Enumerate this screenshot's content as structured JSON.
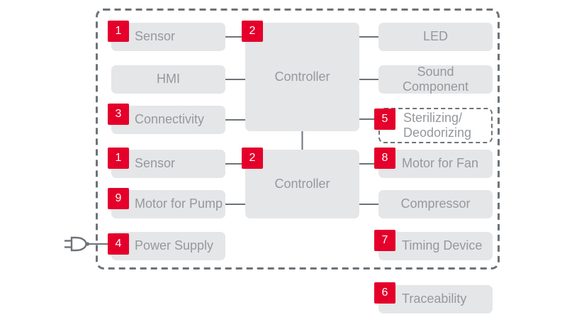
{
  "colors": {
    "accent_red": "#e4002b",
    "box_fill": "#e5e6e8",
    "label_text": "#95989c",
    "line": "#6d7378",
    "badge_text": "#ffffff",
    "background": "#ffffff"
  },
  "icons": {
    "power_plug": "power-plug-icon"
  },
  "boxes": {
    "left": [
      {
        "badge": "1",
        "label": "Sensor"
      },
      {
        "badge": "",
        "label": "HMI"
      },
      {
        "badge": "3",
        "label": "Connectivity"
      },
      {
        "badge": "1",
        "label": "Sensor"
      },
      {
        "badge": "9",
        "label": "Motor for Pump"
      },
      {
        "badge": "4",
        "label": "Power Supply"
      }
    ],
    "center": [
      {
        "badge": "2",
        "label": "Controller"
      },
      {
        "badge": "2",
        "label": "Controller"
      }
    ],
    "right": [
      {
        "badge": "",
        "label": "LED"
      },
      {
        "badge": "",
        "label": "Sound\nComponent"
      },
      {
        "badge": "5",
        "label": "Sterilizing/\nDeodorizing"
      },
      {
        "badge": "8",
        "label": "Motor for Fan"
      },
      {
        "badge": "",
        "label": "Compressor"
      },
      {
        "badge": "7",
        "label": "Timing Device"
      }
    ],
    "outside": [
      {
        "badge": "6",
        "label": "Traceability"
      }
    ]
  }
}
